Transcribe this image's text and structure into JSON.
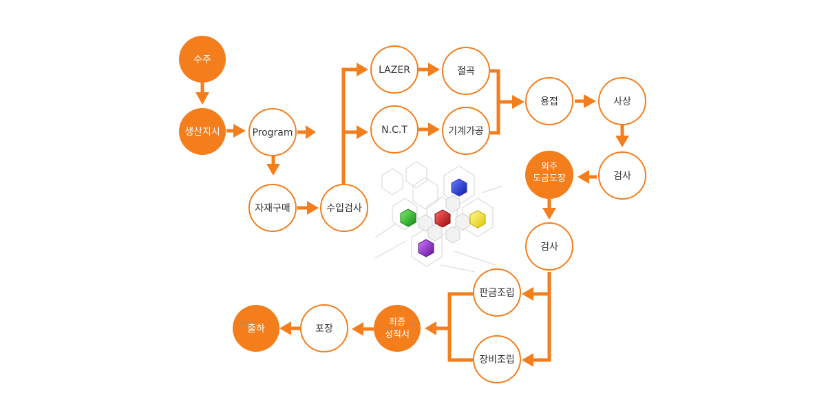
{
  "colors": {
    "accent": "#F47D1C",
    "node_border": "#F47D1C",
    "filled_text": "#ffffff",
    "outline_text": "#333333",
    "gem_blue": "#1f2fd6",
    "gem_green": "#22b21c",
    "gem_red": "#d21414",
    "gem_yellow": "#f2e41a",
    "gem_purple": "#8a24c6"
  },
  "nodes": {
    "order": "수주",
    "production_order": "생산지시",
    "program": "Program",
    "purchase": "자재구매",
    "incoming_inspection": "수입검사",
    "lazer": "LAZER",
    "nct": "N.C.T",
    "bending": "절곡",
    "machining": "기계가공",
    "welding": "용접",
    "finishing": "사상",
    "inspection_1": "검사",
    "painting_line1": "외주",
    "painting_line2": "도금도장",
    "inspection_2": "검사",
    "sheet_assembly": "판금조립",
    "equipment_assembly": "장비조립",
    "final_report_line1": "최종",
    "final_report_line2": "성적서",
    "packing": "포장",
    "shipping": "출하"
  },
  "decoration": {
    "icon": "hexagon-gem-cluster-icon"
  }
}
